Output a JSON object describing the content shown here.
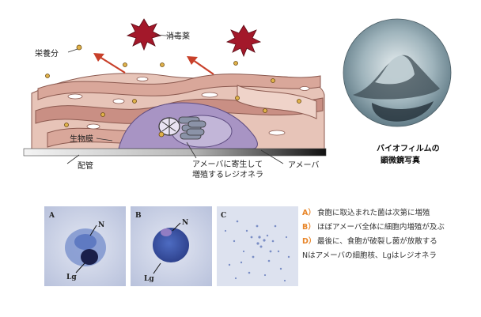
{
  "diagram": {
    "labels": {
      "disinfectant": "消毒薬",
      "nutrients": "栄養分",
      "biofilm": "生物膜",
      "pipe": "配管",
      "parasite_line1": "アメーバに寄生して",
      "parasite_line2": "増殖するレジオネラ",
      "amoeba": "アメーバ",
      "photo_caption_line1": "バイオフィルムの",
      "photo_caption_line2": "顕微鏡写真"
    }
  },
  "micrographs": {
    "panels": [
      {
        "letter": "A",
        "marks": [
          "N",
          "Lg"
        ]
      },
      {
        "letter": "B",
        "marks": [
          "N",
          "Lg"
        ]
      },
      {
        "letter": "C",
        "marks": []
      }
    ],
    "legend": [
      {
        "key": "A）",
        "text": "食胞に取込まれた菌は次第に増殖"
      },
      {
        "key": "B）",
        "text": "ほぼアメーバ全体に細胞内増殖が及ぶ"
      },
      {
        "key": "D）",
        "text": "最後に、食胞が破裂し菌が放散する"
      },
      {
        "key": "",
        "text": "Nはアメーバの細胞核、Lgはレジオネラ"
      }
    ]
  },
  "colors": {
    "biofilm_pink": "#d9a79a",
    "biofilm_dark": "#b8756b",
    "amoeba": "#a894c4",
    "arrow_red": "#c8402a",
    "burst": "#a3182a",
    "legend_key": "#e8862a",
    "micro_bg": "#cfd6e8",
    "micro_stain": "#3f5fb0"
  }
}
